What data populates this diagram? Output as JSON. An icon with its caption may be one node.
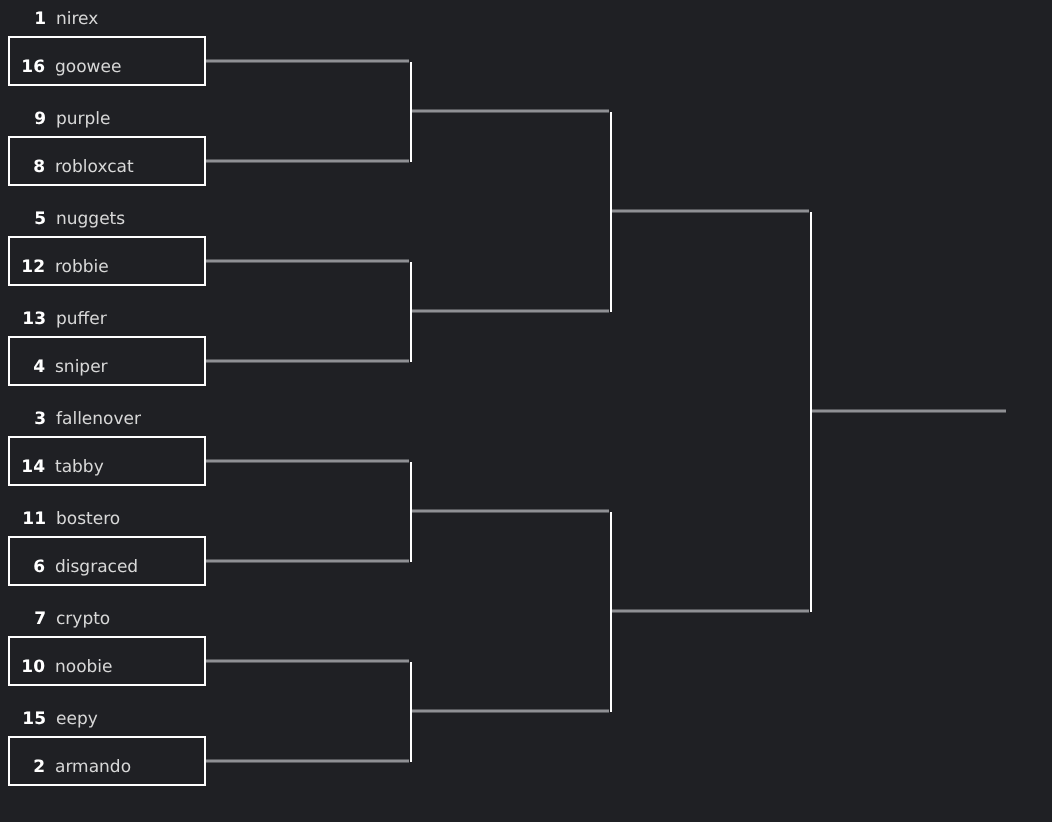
{
  "diagram": {
    "nodes": [
      {
        "text": [
          "1",
          "nirex"
        ]
      },
      {
        "text": [],
        "shape": "box"
      },
      {
        "text": [
          "16",
          "goowee"
        ],
        "in": 1
      },
      {
        "text": [
          "9",
          "purple"
        ]
      },
      {
        "text": [],
        "shape": "box"
      },
      {
        "text": [
          "8",
          "robloxcat"
        ],
        "in": 4
      },
      {
        "text": [
          "5",
          "nuggets"
        ]
      },
      {
        "text": [],
        "shape": "box"
      },
      {
        "text": [
          "12",
          "robbie"
        ],
        "in": 7
      },
      {
        "text": [
          "13",
          "puffer"
        ]
      },
      {
        "text": [],
        "shape": "box"
      },
      {
        "text": [
          "4",
          "sniper"
        ],
        "in": 10
      },
      {
        "text": [
          "3",
          "fallenover"
        ]
      },
      {
        "text": [],
        "shape": "box"
      },
      {
        "text": [
          "14",
          "tabby"
        ],
        "in": 13
      },
      {
        "text": [
          "11",
          "bostero"
        ]
      },
      {
        "text": [],
        "shape": "box"
      },
      {
        "text": [
          "6",
          "disgraced"
        ],
        "in": 16
      },
      {
        "text": [
          "7",
          "crypto"
        ]
      },
      {
        "text": [],
        "shape": "box"
      },
      {
        "text": [
          "10",
          "noobie"
        ],
        "in": 19
      },
      {
        "text": [
          "15",
          "eepy"
        ]
      },
      {
        "text": [],
        "shape": "box"
      },
      {
        "text": [
          "2",
          "armando"
        ],
        "in": 22
      },
      {
        "text": [],
        "shape": "bar"
      },
      {
        "text": [],
        "shape": "bar"
      },
      {
        "text": [],
        "shape": "bar"
      },
      {
        "text": [],
        "shape": "bar"
      },
      {
        "text": [],
        "shape": "bar"
      },
      {
        "text": [],
        "shape": "bar"
      },
      {
        "text": [],
        "shape": "bar"
      }
    ],
    "edges": [
      {
        "from": 1,
        "to": 24,
        "arrow": "none"
      },
      {
        "from": 4,
        "to": 24,
        "arrow": "none"
      },
      {
        "from": 7,
        "to": 25,
        "arrow": "none"
      },
      {
        "from": 10,
        "to": 25,
        "arrow": "none"
      },
      {
        "from": 13,
        "to": 26,
        "arrow": "none"
      },
      {
        "from": 16,
        "to": 26,
        "arrow": "none"
      },
      {
        "from": 19,
        "to": 27,
        "arrow": "none"
      },
      {
        "from": 22,
        "to": 27,
        "arrow": "none"
      },
      {
        "from": 24,
        "to": 28,
        "arrow": "none"
      },
      {
        "from": 25,
        "to": 28,
        "arrow": "none"
      },
      {
        "from": 26,
        "to": 29,
        "arrow": "none"
      },
      {
        "from": 27,
        "to": 29,
        "arrow": "none"
      },
      {
        "from": 28,
        "to": 30,
        "arrow": "none"
      },
      {
        "from": 29,
        "to": 30,
        "arrow": "none"
      },
      {
        "from": 30,
        "to": null,
        "arrow": "none"
      }
    ]
  }
}
